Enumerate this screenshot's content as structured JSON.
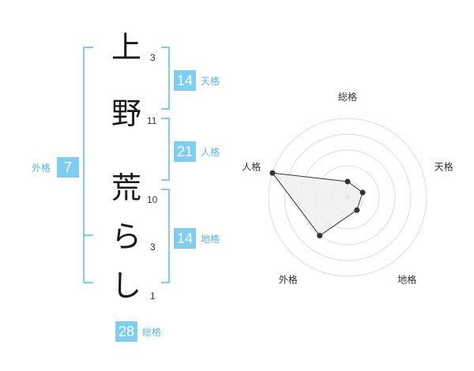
{
  "name_chars": [
    {
      "char": "上",
      "strokes": "3"
    },
    {
      "char": "野",
      "strokes": "11"
    },
    {
      "char": "荒",
      "strokes": "10"
    },
    {
      "char": "ら",
      "strokes": "3"
    },
    {
      "char": "し",
      "strokes": "1"
    }
  ],
  "fortunes": {
    "tenkaku": {
      "value": "14",
      "label": "天格"
    },
    "jinkaku": {
      "value": "21",
      "label": "人格"
    },
    "chikaku": {
      "value": "14",
      "label": "地格"
    },
    "gaikaku": {
      "value": "7",
      "label": "外格"
    },
    "soukaku": {
      "value": "28",
      "label": "総格"
    }
  },
  "colors": {
    "accent": "#7ecef4",
    "accent_text": "#5ab8e8",
    "polygon_fill": "#eeeeee",
    "ring": "#dddddd"
  },
  "chart_data": {
    "type": "radar",
    "axes": [
      "総格",
      "天格",
      "地格",
      "外格",
      "人格"
    ],
    "values": [
      1,
      1,
      1,
      3,
      5
    ],
    "range": [
      0,
      5
    ]
  }
}
